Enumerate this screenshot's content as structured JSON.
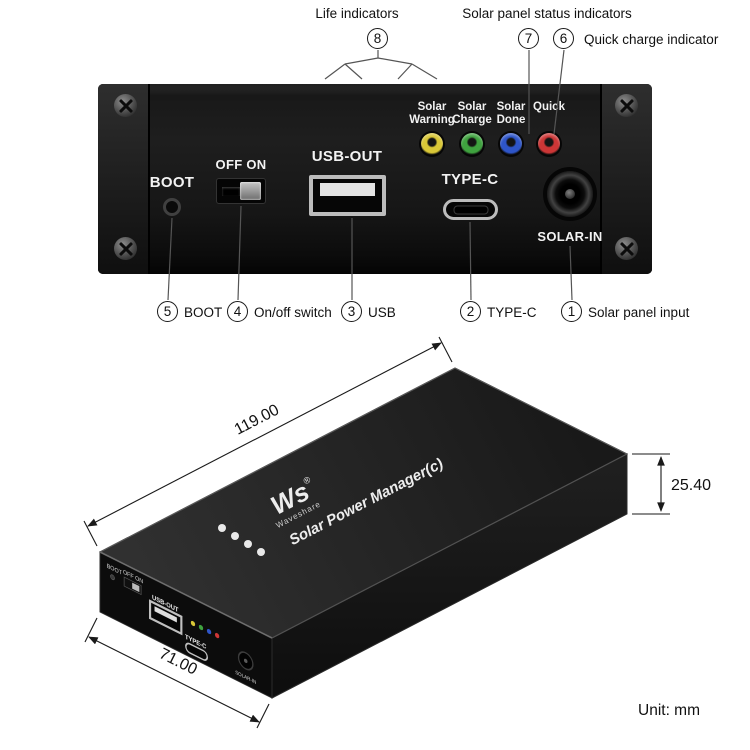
{
  "top_annotations": {
    "life_indicators_label": "Life indicators",
    "life_indicators_number": "8",
    "solar_status_label": "Solar panel status indicators",
    "solar_status_number_left": "7",
    "solar_status_number_right": "6",
    "quick_charge_label": "Quick charge indicator"
  },
  "front_panel": {
    "boot_label": "BOOT",
    "switch_label": "OFF ON",
    "usb_out_label": "USB-OUT",
    "type_c_label": "TYPE-C",
    "solar_in_label": "SOLAR-IN",
    "leds": [
      {
        "label_line1": "Solar",
        "label_line2": "Warning",
        "color": "#d9c737"
      },
      {
        "label_line1": "Solar",
        "label_line2": "Charge",
        "color": "#3fa23f"
      },
      {
        "label_line1": "Solar",
        "label_line2": "Done",
        "color": "#2e55c8"
      },
      {
        "label_line1": "",
        "label_line2": "Quick",
        "color": "#cc3636"
      }
    ]
  },
  "bottom_callouts": [
    {
      "number": "5",
      "label": "BOOT"
    },
    {
      "number": "4",
      "label": "On/off switch"
    },
    {
      "number": "3",
      "label": "USB"
    },
    {
      "number": "2",
      "label": "TYPE-C"
    },
    {
      "number": "1",
      "label": "Solar panel input"
    }
  ],
  "device_3d": {
    "logo_mark": "Ws",
    "logo_reg": "®",
    "brand": "Waveshare",
    "product_name": "Solar Power Manager(c)",
    "front_labels": {
      "boot": "BOOT",
      "switch": "OFF ON",
      "usb_out": "USB-OUT",
      "type_c": "TYPE-C",
      "solar_in": "SOLAR-IN"
    },
    "dimensions": {
      "length_mm": "119.00",
      "height_mm": "25.40",
      "width_mm": "71.00",
      "unit_label": "Unit: mm"
    }
  }
}
